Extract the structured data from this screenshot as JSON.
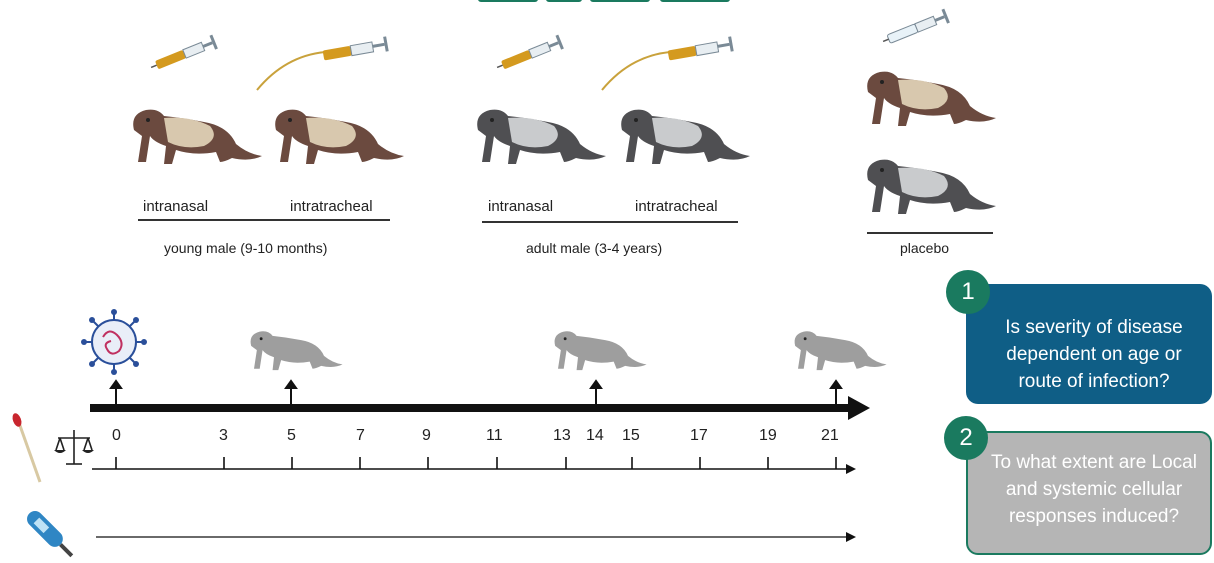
{
  "groups": [
    {
      "routes": [
        "intranasal",
        "intratracheal"
      ],
      "label": "young male (9-10 months)"
    },
    {
      "routes": [
        "intranasal",
        "intratracheal"
      ],
      "label": "adult male (3-4 years)"
    },
    {
      "routes": [],
      "label": "placebo"
    }
  ],
  "timeline_days": [
    "0",
    "3",
    "5",
    "7",
    "9",
    "11",
    "13",
    "14",
    "15",
    "17",
    "19",
    "21"
  ],
  "questions": [
    {
      "number": "1",
      "text": "Is severity of disease dependent on age or route of infection?",
      "color": "#0f5e86"
    },
    {
      "number": "2",
      "text": "To what extent are Local and systemic cellular responses induced?",
      "color": "#b5b5b5"
    }
  ],
  "colors": {
    "ferret_brown": "#6b4a3f",
    "ferret_grey": "#4f4f52",
    "silhouette": "#9e9e9e",
    "badge": "#1a7a5f"
  },
  "icons": [
    "syringe-icon",
    "syringe-tube-icon",
    "virus-icon",
    "ferret-silhouette-icon",
    "swab-icon",
    "scale-icon",
    "thermometer-icon"
  ]
}
